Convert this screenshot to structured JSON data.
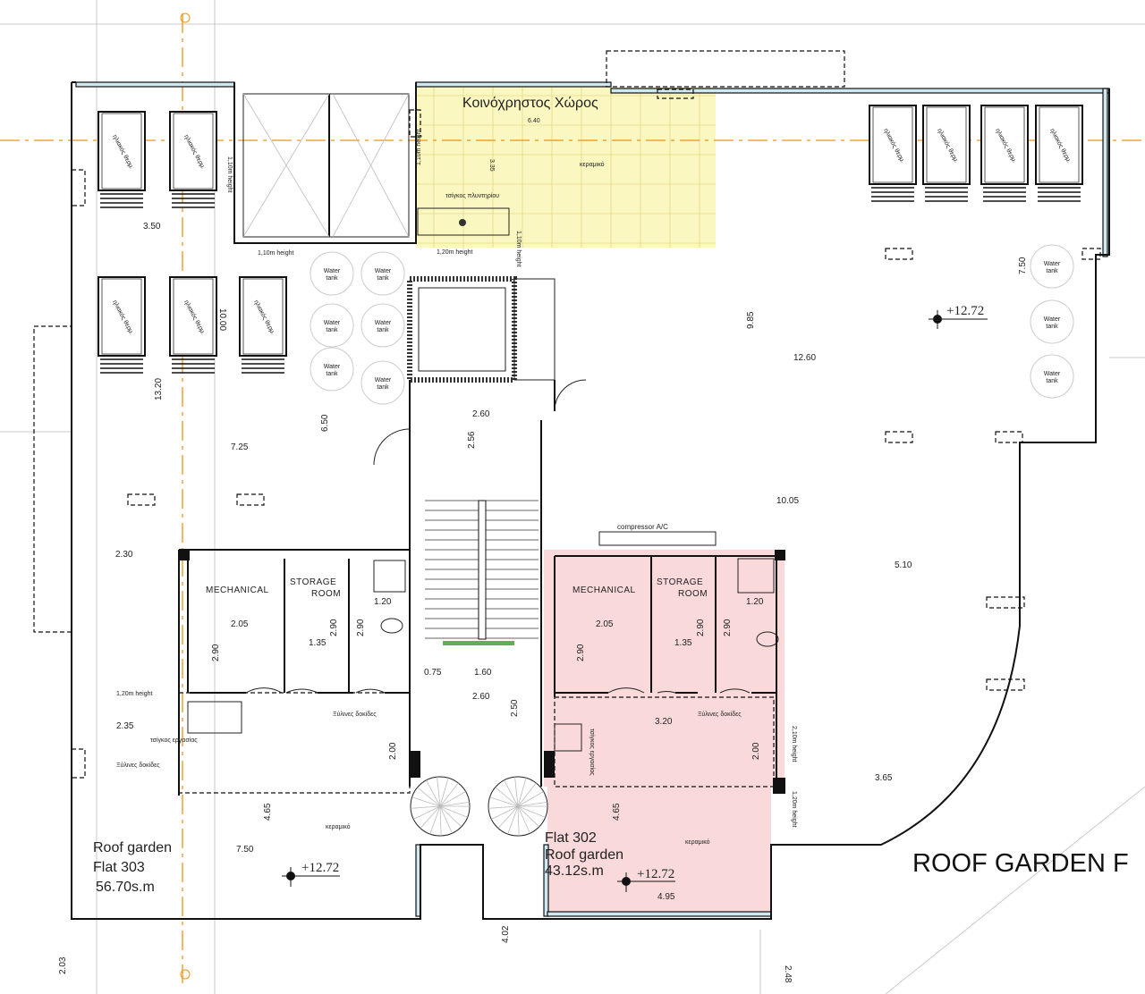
{
  "common_area": {
    "title": "Κοινόχρηστος Χώρος",
    "width": "6.40",
    "depth": "3.35",
    "floor": "κεραμικό",
    "sink": "τσίγκος πλυντηρίου",
    "color": "#fbf7c0"
  },
  "heights": {
    "h110_a": "1,10m height",
    "h110_b": "1,10m height",
    "h110_c": "1,10m height",
    "h120_a": "1,20m height",
    "h120_b": "1,10m height",
    "h120_left": "1,20m height",
    "h210": "2,10m height",
    "h120_right": "1,20m height"
  },
  "solar_label": "ηλιακός θερμ.",
  "water_tank": "Water tank",
  "dims": {
    "d350": "3.50",
    "d1320": "13.20",
    "d725": "7.25",
    "d650": "6.50",
    "d260a": "2.60",
    "d256": "2.56",
    "d230": "2.30",
    "d985": "9.85",
    "d1260": "12.60",
    "d750r": "7.50",
    "d1005": "10.05",
    "d510": "5.10",
    "d365": "3.65",
    "d235": "2.35",
    "d075": "0.75",
    "d160": "1.60",
    "d260b": "2.60",
    "d250": "2.50",
    "d465a": "4.65",
    "d750": "7.50",
    "d200a": "2.00",
    "d120a": "1.20",
    "d290a": "2.90",
    "d205a": "2.05",
    "d135a": "1.35",
    "d290b": "2.90",
    "d290c": "2.90",
    "d200b": "2.00",
    "d120b": "1.20",
    "d290d": "2.90",
    "d205b": "2.05",
    "d135b": "1.35",
    "d290e": "2.90",
    "d290f": "2.90",
    "d320": "3.20",
    "d465b": "4.65",
    "d495": "4.95",
    "d402": "4.02",
    "d203": "2.03",
    "d248": "2.48",
    "d1000": "10.00"
  },
  "level": "+12.72",
  "rooms": {
    "mechanical": "MECHANICAL",
    "storage_a": "STORAGE",
    "room_a": "ROOM",
    "storage_b": "STORAGE",
    "room_b": "ROOM",
    "compressor": "compressor A/C"
  },
  "notes": {
    "beams_a": "Ξύλινες δοκίδες",
    "beams_b": "Ξύλινες δοκίδες",
    "beams_c": "Ξύλινες δοκίδες",
    "work_sink_a": "τσίγκος εργασίας",
    "work_sink_b": "τσίγκος εργασίας",
    "ceramic_a": "κεραμικό",
    "ceramic_b": "κεραμικό"
  },
  "flat303": {
    "line1": "Roof garden",
    "line2": "Flat 303",
    "area": "56.70s.m"
  },
  "flat302": {
    "line1": "Flat 302",
    "line2": "Roof garden",
    "area": "43.12s.m",
    "color": "#f9d9d9"
  },
  "plan_title": "ROOF GARDEN F"
}
